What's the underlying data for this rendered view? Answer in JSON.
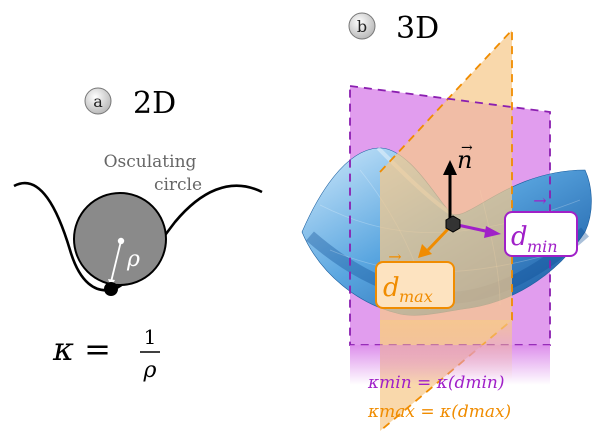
{
  "panel_a": {
    "badge": "a",
    "title": "2D",
    "caption_line1": "Osculating",
    "caption_line2": "circle",
    "rho": "ρ",
    "formula_lhs": "κ =",
    "formula_num": "1",
    "formula_den": "ρ"
  },
  "panel_b": {
    "badge": "b",
    "title": "3D",
    "normal_label": "n",
    "dmin_label": "d",
    "dmin_sub": "min",
    "dmax_label": "d",
    "dmax_sub": "max",
    "eq_min": "κmin = κ(dmin)",
    "eq_max": "κmax = κ(dmax)"
  },
  "colors": {
    "purple": "#a020c8",
    "orange": "#f08c00",
    "magenta_plane": "#d77ce8",
    "orange_plane": "#f7c98a",
    "circle_gray": "#888888",
    "surface_light": "#a9d6f5",
    "surface_dark": "#1d6fb8"
  }
}
